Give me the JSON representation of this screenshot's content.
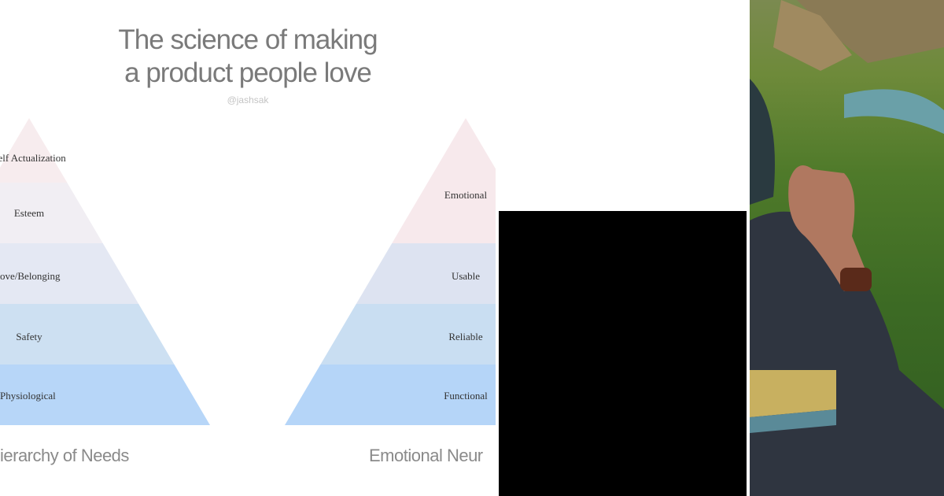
{
  "slide": {
    "title_line1": "The science of making",
    "title_line2": "a product people love",
    "handle": "@jashsak",
    "left_pyramid": {
      "caption": "ierarchy of  Needs",
      "levels": [
        "Self Actualization",
        "Esteem",
        "ove/Belonging",
        "Safety",
        "Physiological"
      ]
    },
    "right_pyramid": {
      "caption": "Emotional Neur",
      "levels": [
        "Emotional",
        "Usable",
        "Reliable",
        "Functional"
      ]
    }
  },
  "colors": {
    "title": "#7a7a7a",
    "band_top": "#f7ecee",
    "band_bottom": "#b5d5f8",
    "overlay": "#000000"
  }
}
